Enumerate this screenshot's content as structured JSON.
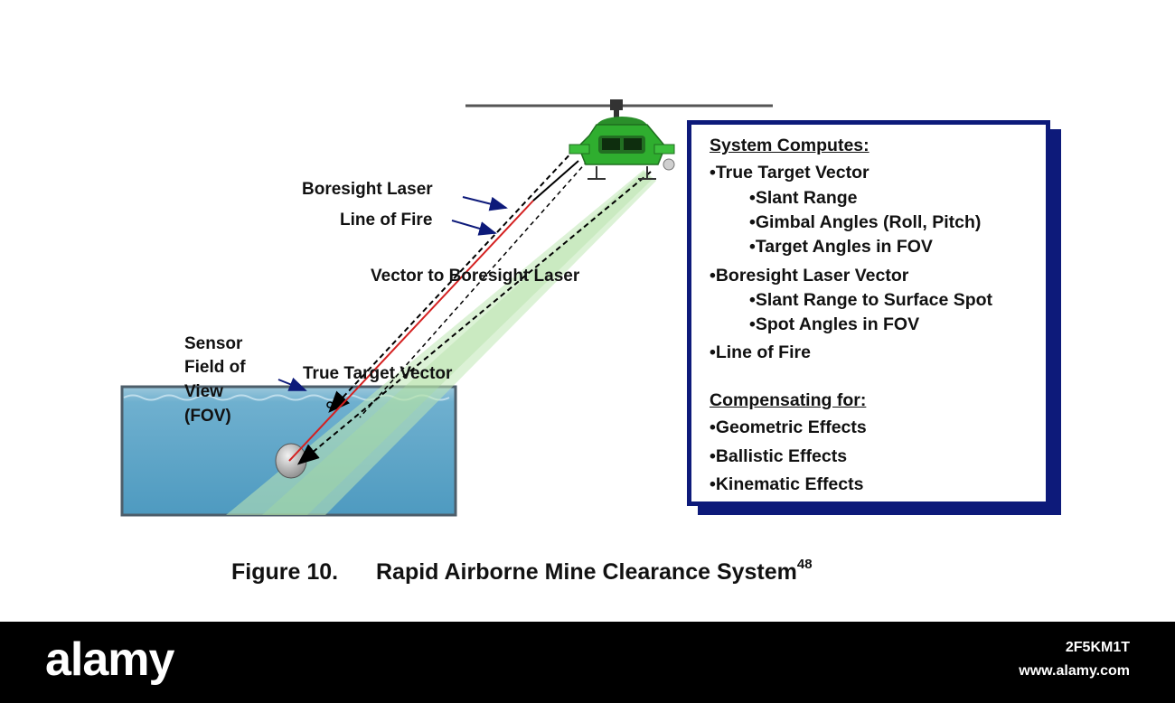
{
  "labels": {
    "boresight_laser": "Boresight Laser",
    "line_of_fire": "Line of Fire",
    "vector_to_boresight": "Vector to Boresight Laser",
    "sensor_fov_1": "Sensor",
    "sensor_fov_2": "Field of",
    "sensor_fov_3": "View",
    "sensor_fov_4": "(FOV)",
    "true_target_vector": "True Target Vector"
  },
  "info_box": {
    "heading_computes": "System Computes:",
    "true_target_vector": "•True Target Vector",
    "slant_range": "•Slant Range",
    "gimbal_angles": "•Gimbal Angles (Roll, Pitch)",
    "target_angles": "•Target Angles in FOV",
    "boresight_vector": "•Boresight Laser Vector",
    "slant_range_surface": "•Slant Range to Surface Spot",
    "spot_angles": "•Spot Angles in FOV",
    "line_of_fire": "•Line of Fire",
    "heading_compensating": "Compensating for:",
    "geometric": "•Geometric Effects",
    "ballistic": "•Ballistic Effects",
    "kinematic": "•Kinematic Effects"
  },
  "caption": {
    "number": "Figure 10.",
    "title": "Rapid Airborne Mine Clearance System",
    "superscript": "48"
  },
  "footer": {
    "brand": "alamy",
    "image_id": "2F5KM1T",
    "site": "www.alamy.com"
  },
  "colors": {
    "box_border": "#0d1a7a",
    "water": "#5fa7c9",
    "helicopter": "#2fae2f",
    "laser_red": "#d42020",
    "fov_green": "#bfe8b4"
  }
}
